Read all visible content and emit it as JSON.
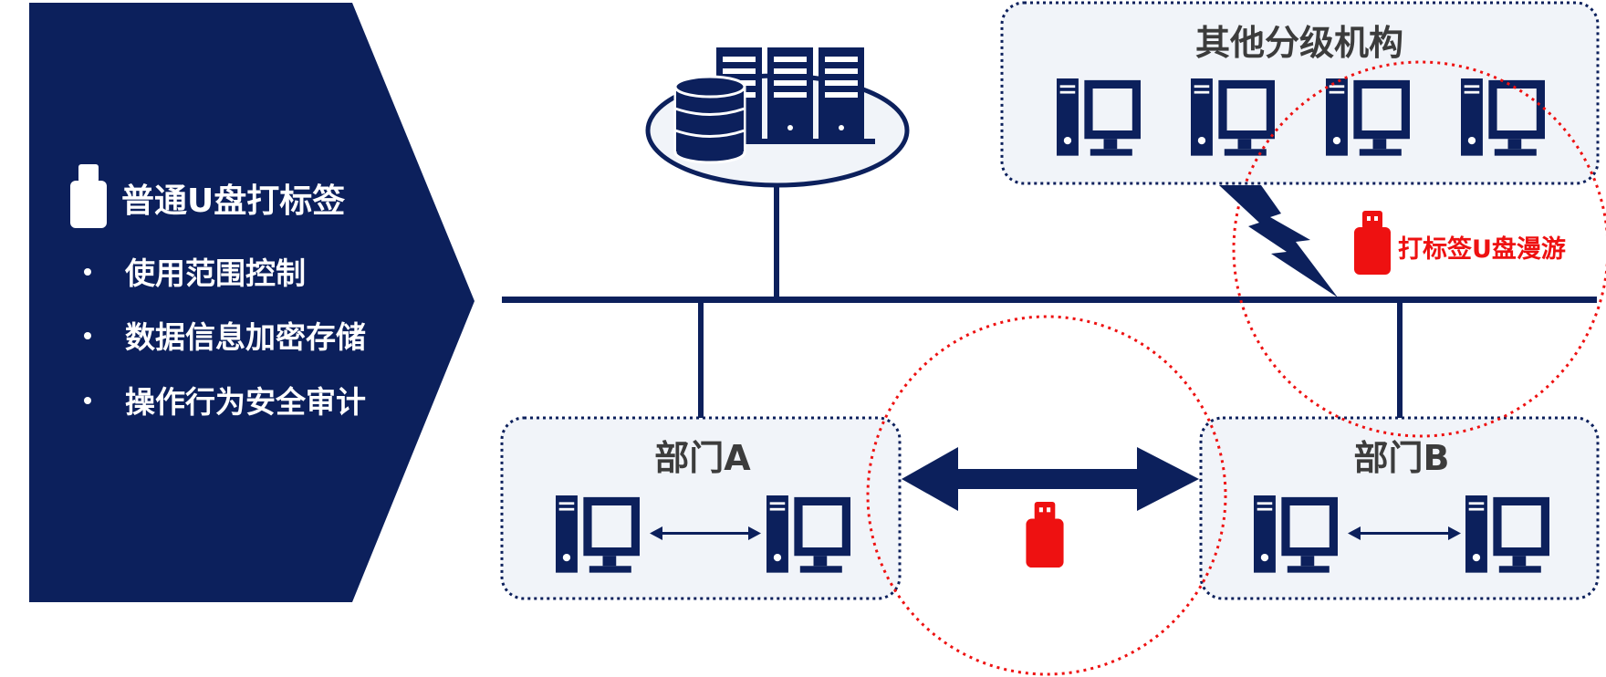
{
  "colors": {
    "navy": "#0c205c",
    "panel_bg": "#f1f4f9",
    "red": "#ee1111",
    "white": "#ffffff",
    "label_gray": "#3c3c3c"
  },
  "left_panel": {
    "title": "普通U盘打标签",
    "title_icon": "usb-drive-icon",
    "features": [
      "使用范围控制",
      "数据信息加密存储",
      "操作行为安全审计"
    ]
  },
  "nodes": {
    "server_icon": "database-server-icon",
    "other_org": {
      "label": "其他分级机构",
      "computer_count": 4
    },
    "dept_a": {
      "label": "部门A",
      "computer_count": 2
    },
    "dept_b": {
      "label": "部门B",
      "computer_count": 2
    }
  },
  "roaming": {
    "label": "打标签U盘漫游",
    "icon": "red-usb-drive-icon"
  },
  "transfer": {
    "icon": "red-usb-drive-icon"
  }
}
